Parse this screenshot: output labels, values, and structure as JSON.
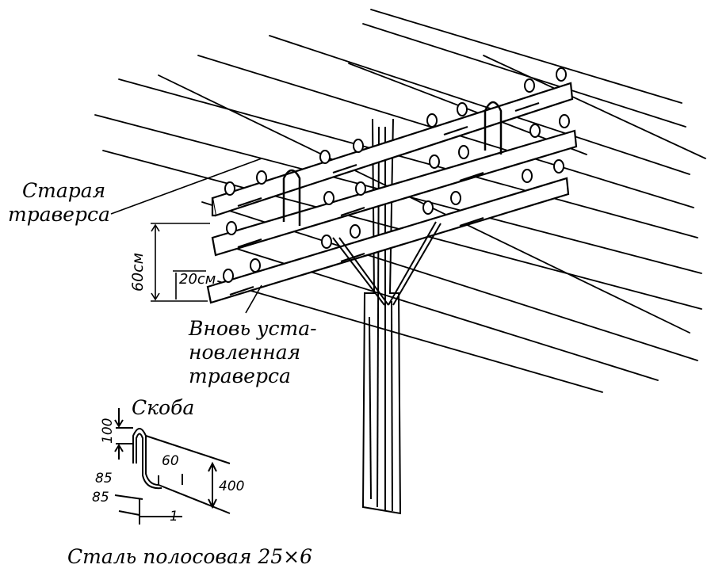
{
  "labels": {
    "old_crossarm_1": "Старая",
    "old_crossarm_2": "траверса",
    "new_crossarm_1": "Вновь уста-",
    "new_crossarm_2": "новленная",
    "new_crossarm_3": "траверса",
    "bracket": "Скоба",
    "steel": "Сталь полосовая 25×6"
  },
  "dimensions": {
    "d60cm": "60см",
    "d20cm": "20см",
    "d100": "100",
    "d85a": "85",
    "d85b": "85",
    "d60": "60",
    "d400": "400",
    "d1": "1"
  }
}
